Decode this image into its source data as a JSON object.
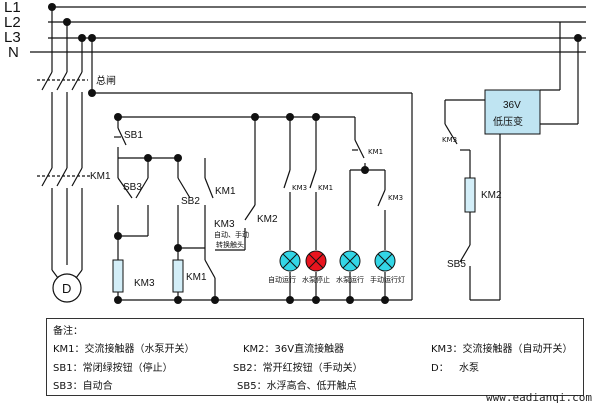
{
  "bus": {
    "l1": "L1",
    "l2": "L2",
    "l3": "L3",
    "n": "N"
  },
  "labels": {
    "main_switch": "总闸",
    "sb1": "SB1",
    "sb3": "SB3",
    "sb2": "SB2",
    "km1_main": "KM1",
    "km1_a": "KM1",
    "km1_coil": "KM1",
    "km3_coil": "KM3",
    "km3_aux": "KM3",
    "km3_aux_note1": "自动、手动",
    "km3_aux_note2": "转换触头",
    "km2_contact": "KM2",
    "lamp_km3": "KM3",
    "lamp_km1": "KM1",
    "km1_top": "KM1",
    "km3_right": "KM3",
    "lamp1": "自动运行",
    "lamp2": "水泵停止",
    "lamp3": "水泵运行",
    "lamp4": "手动运行灯",
    "transformer_v": "36V",
    "transformer_name": "低压变",
    "km3_dc": "KM3",
    "km2_coil": "KM2",
    "sb5": "SB5",
    "motor": "D"
  },
  "legend": {
    "title": "备注：",
    "km1": "KM1：交流接触器（水泵开关）",
    "km2": "KM2：36V直流接触器",
    "km3": "KM3：交流接触器（自动开关）",
    "sb1": "SB1：常闭绿按钮（停止）",
    "sb2": "SB2：常开红按钮（手动关）",
    "d_key": "D：",
    "d_val": "水泵",
    "sb3": "SB3：自动合",
    "sb5": "SB5：水浮高合、低开触点"
  },
  "watermark": "www.eadianqi.com",
  "colors": {
    "lamp_cyan": "#33d6e6",
    "lamp_red": "#e8141e",
    "transformer_fill": "#bfe4f2",
    "coil_fill": "#d3eef8"
  }
}
